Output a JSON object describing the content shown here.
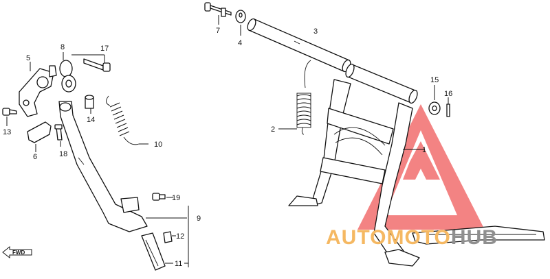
{
  "diagram": {
    "callouts": [
      {
        "id": "1",
        "label": "1"
      },
      {
        "id": "2",
        "label": "2"
      },
      {
        "id": "3",
        "label": "3"
      },
      {
        "id": "4",
        "label": "4"
      },
      {
        "id": "5",
        "label": "5"
      },
      {
        "id": "6",
        "label": "6"
      },
      {
        "id": "7",
        "label": "7"
      },
      {
        "id": "8",
        "label": "8"
      },
      {
        "id": "9",
        "label": "9"
      },
      {
        "id": "10",
        "label": "10"
      },
      {
        "id": "11",
        "label": "11"
      },
      {
        "id": "12",
        "label": "12"
      },
      {
        "id": "13",
        "label": "13"
      },
      {
        "id": "14",
        "label": "14"
      },
      {
        "id": "15",
        "label": "15"
      },
      {
        "id": "16",
        "label": "16"
      },
      {
        "id": "17",
        "label": "17"
      },
      {
        "id": "18",
        "label": "18"
      },
      {
        "id": "19",
        "label": "19"
      }
    ],
    "direction_marker": {
      "label": "FWD",
      "icon": "arrow-left-icon"
    }
  },
  "watermark": {
    "text_orange": "AUTOMOTO",
    "text_gray": "HUB",
    "colors": {
      "orange": "#f5b862",
      "gray": "#8f8f8f",
      "triangle": "#f26e6e"
    }
  }
}
